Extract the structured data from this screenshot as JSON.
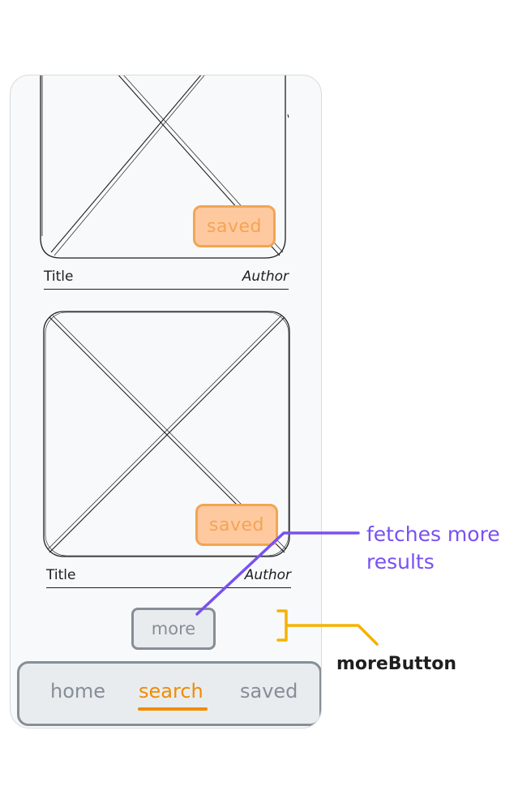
{
  "cards": [
    {
      "saved_label": "saved",
      "title": "Title",
      "author": "Author"
    },
    {
      "saved_label": "saved",
      "title": "Title",
      "author": "Author"
    }
  ],
  "more_button": {
    "label": "more"
  },
  "bottom_nav": {
    "items": [
      {
        "label": "home",
        "active": false
      },
      {
        "label": "search",
        "active": true
      },
      {
        "label": "saved",
        "active": false
      }
    ]
  },
  "annotations": {
    "more_note": "fetches more\nresults",
    "more_component": "moreButton"
  },
  "colors": {
    "accent_orange": "#f08c00",
    "badge_fill": "#ffc9a0",
    "badge_stroke": "#f2a552",
    "annotation_purple": "#7950f2",
    "annotation_yellow": "#f5b200",
    "muted_gray": "#868e96"
  }
}
